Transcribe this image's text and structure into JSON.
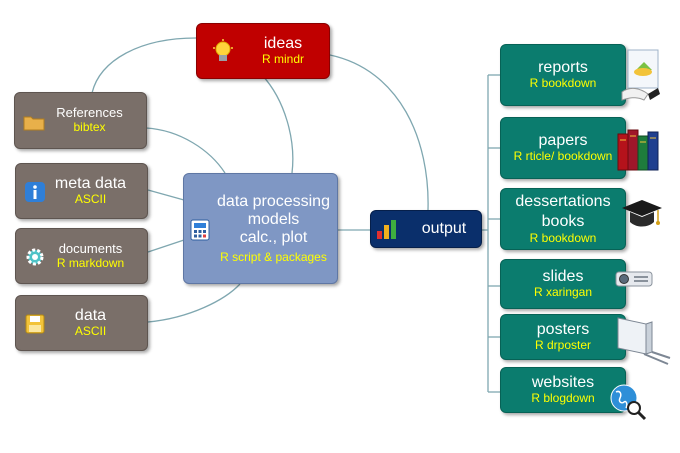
{
  "root": {
    "title": "output"
  },
  "center": {
    "lines": [
      "data processing",
      "models",
      "calc., plot"
    ],
    "sub": "R script & packages"
  },
  "ideas": {
    "title": "ideas",
    "sub": "R mindr"
  },
  "inputs": [
    {
      "title": "References",
      "sub": "bibtex",
      "icon": "folder-icon"
    },
    {
      "title": "meta data",
      "sub": "ASCII",
      "icon": "info-icon"
    },
    {
      "title": "documents",
      "sub": "R markdown",
      "icon": "gear-icon"
    },
    {
      "title": "data",
      "sub": "ASCII",
      "icon": "floppy-disk-icon"
    }
  ],
  "outputs": [
    {
      "title": "reports",
      "sub": "R bookdown",
      "icon": "report-chart-icon"
    },
    {
      "title": "papers",
      "sub": "R rticle/ bookdown",
      "icon": "books-icon"
    },
    {
      "title": "dessertations\nbooks",
      "sub": "R bookdown",
      "icon": "graduation-cap-icon"
    },
    {
      "title": "slides",
      "sub": "R xaringan",
      "icon": "projector-icon"
    },
    {
      "title": "posters",
      "sub": "R drposter",
      "icon": "poster-board-icon"
    },
    {
      "title": "websites",
      "sub": "R blogdown",
      "icon": "globe-search-icon"
    }
  ],
  "colors": {
    "ideas": "#c00000",
    "center": "#7f97c4",
    "output": "#0a2f6b",
    "inputs": "#7a6f69",
    "outputs": "#0b7c6e",
    "sub_text": "#ffff00",
    "connector": "#7fa7b0"
  }
}
